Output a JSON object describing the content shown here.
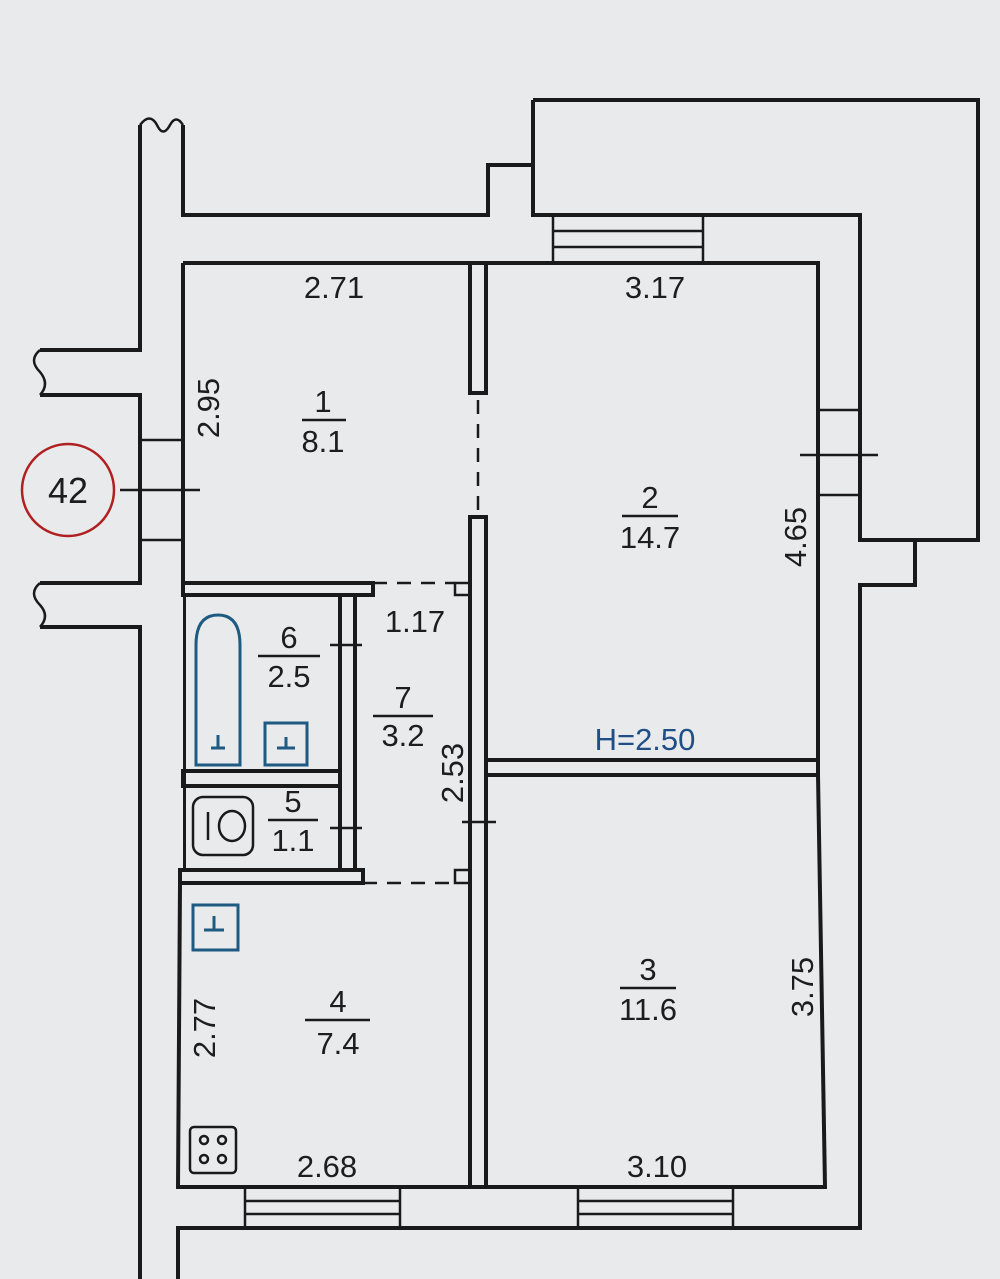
{
  "plan": {
    "height_label": "H=2.50",
    "axis_marker": "42",
    "colors": {
      "background": "#e9eaec",
      "walls": "#1a1a1a",
      "fixtures": "#1f5a82",
      "axis_circle": "#b02020"
    },
    "rooms": [
      {
        "number": "1",
        "area": "8.1"
      },
      {
        "number": "2",
        "area": "14.7"
      },
      {
        "number": "3",
        "area": "11.6"
      },
      {
        "number": "4",
        "area": "7.4"
      },
      {
        "number": "5",
        "area": "1.1"
      },
      {
        "number": "6",
        "area": "2.5"
      },
      {
        "number": "7",
        "area": "3.2"
      }
    ],
    "dimensions": {
      "room1_width": "2.71",
      "room1_height": "2.95",
      "room2_width": "3.17",
      "room2_height": "4.65",
      "corridor_width": "1.17",
      "corridor_height": "2.53",
      "room4_height": "2.77",
      "room4_width": "2.68",
      "room3_width": "3.10",
      "room3_height": "3.75"
    },
    "fixtures": [
      "bathtub-icon",
      "sink-icon",
      "toilet-icon",
      "kitchen-sink-icon",
      "stove-icon"
    ]
  }
}
